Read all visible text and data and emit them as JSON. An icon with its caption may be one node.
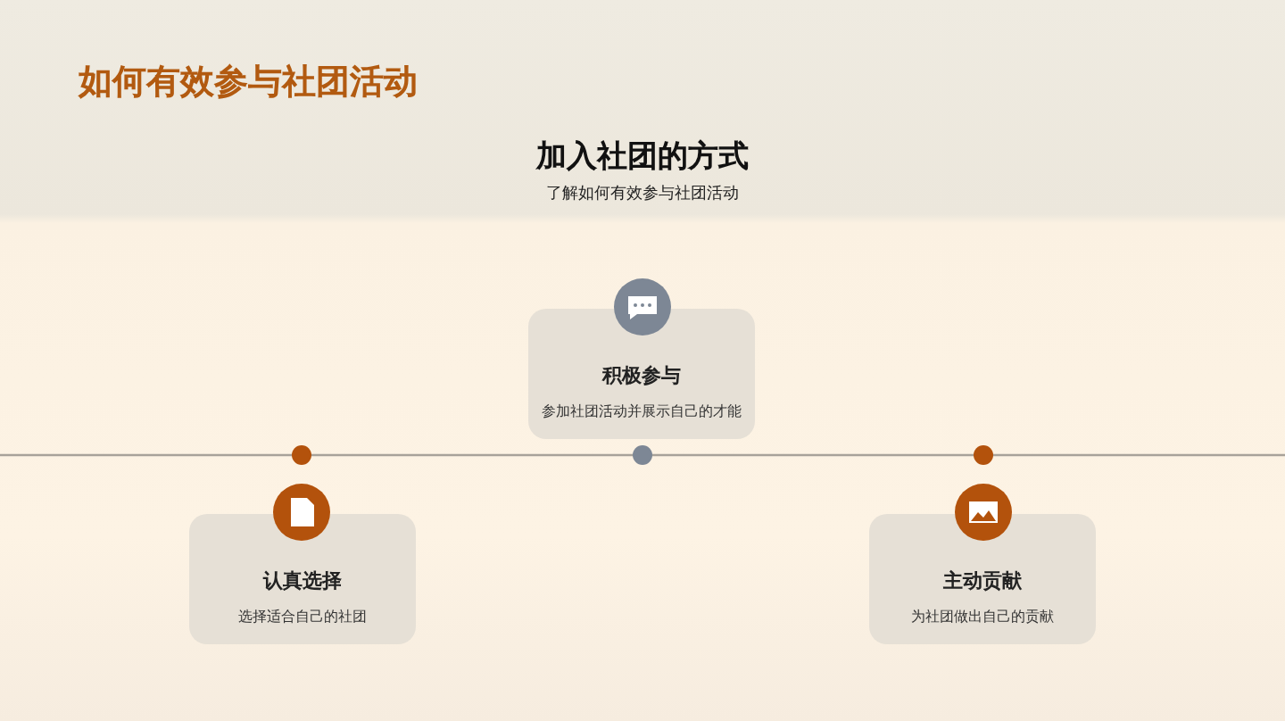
{
  "diagram": {
    "title": "如何有效参与社团活动",
    "nodes": [
      {
        "text": [
          "认真选择",
          "选择适合自己的社团"
        ]
      },
      {
        "text": [
          "积极参与",
          "参加社团活动并展示自己的才能"
        ]
      },
      {
        "text": [
          "主动贡献",
          "为社团做出自己的贡献"
        ]
      }
    ],
    "labels": [
      "加入社团的方式",
      "了解如何有效参与社团活动"
    ]
  }
}
